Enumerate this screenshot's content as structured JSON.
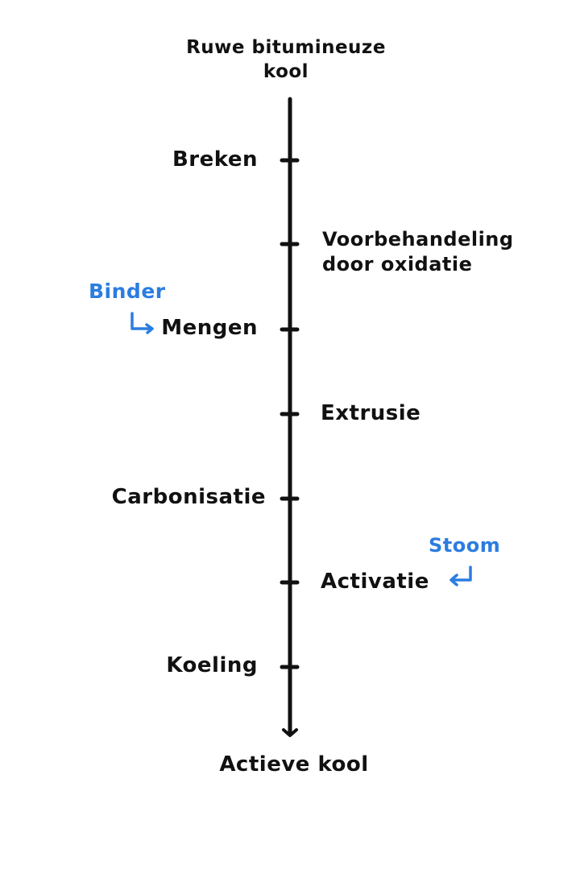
{
  "start_label_line1": "Ruwe bitumineuze",
  "start_label_line2": "kool",
  "end_label": "Actieve kool",
  "steps": {
    "breken": "Breken",
    "voorbehandeling_line1": "Voorbehandeling",
    "voorbehandeling_line2": "door oxidatie",
    "mengen": "Mengen",
    "extrusie": "Extrusie",
    "carbonisatie": "Carbonisatie",
    "activatie": "Activatie",
    "koeling": "Koeling"
  },
  "inputs": {
    "binder": "Binder",
    "stoom": "Stoom"
  },
  "colors": {
    "line": "#111111",
    "annotation": "#2b7de0"
  }
}
